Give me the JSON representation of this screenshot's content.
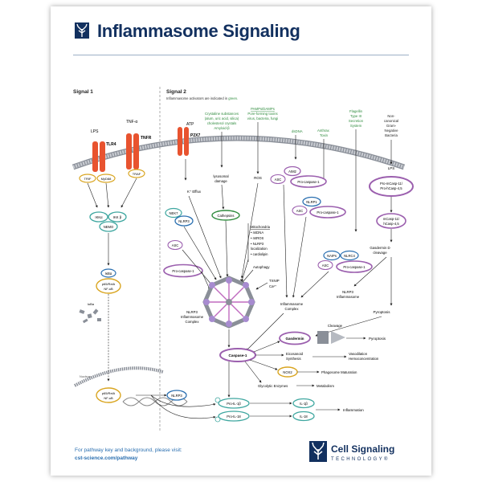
{
  "title": "Inflammasome Signaling",
  "signal1": "Signal 1",
  "signal2": "Signal 2",
  "signal2_note_prefix": "Inflammasome activators are indicated in ",
  "signal2_note_green": "green.",
  "footer": {
    "line1": "For pathway key and background, please visit:",
    "line2": "cst-science.com/pathway"
  },
  "brand": {
    "name": "Cell Signaling",
    "tagline": "TECHNOLOGY®"
  },
  "colors": {
    "navy": "#12305f",
    "receptor": "#e8532f",
    "green": "#2e8b3d",
    "purple": "#9b5fae",
    "teal": "#3fa7a0",
    "gold": "#d9a520",
    "slate": "#8a8f98"
  },
  "labels": {
    "lps1": "LPS",
    "tnfa": "TNF-α",
    "tlr4": "TLR4",
    "tnfr": "TNFR",
    "trif": "TRIF",
    "myd88": "MyD88",
    "traf": "TRAF",
    "ikka": "IKKα",
    "ikkb": "IKK β",
    "nemo": "NEMO",
    "ikba": "IκBα",
    "p65a": "p65/RelA",
    "nfkb_a": "NF-κB",
    "ikba2": "IκBα",
    "nucleus": "Nucleus",
    "p65b": "p65/RelA",
    "nfkb_b": "NF-κB",
    "atp": "ATP",
    "p2x7": "P2X7",
    "crystal1": "Crystaline substances",
    "crystal2": "(alum, uric acid, silica)",
    "crystal3": "cholesterol crystals",
    "crystal4": "Amyloid-β",
    "pamps": "PAMPs/DAMPs",
    "pore1": "Pore-forming toxins",
    "pore2": "virus, bacteria, fungi",
    "dsdna": "dsDNA",
    "anthrax1": "Anthrax",
    "anthrax2": "Toxin",
    "flag1": "Flagellin",
    "flag2": "Type III",
    "flag3": "Secretion",
    "flag4": "System",
    "noncan1": "Non-",
    "noncan2": "canonical",
    "noncan3": "Gram-",
    "noncan4": "Negative",
    "noncan5": "Bacteria",
    "lyso1": "lysosomal",
    "lyso2": "damage",
    "ros": "ROS",
    "aim2": "AIM2",
    "asc1": "ASC",
    "procasp1a": "Pro-caspase-1",
    "nlrp1": "NLRP1",
    "asc2": "ASC",
    "procasp1b": "Pro-caspase-1",
    "lps2": "LPS",
    "promcasp1": "Pro-mCasp-11/",
    "promcasp2": "Pro-hCasp-4,5",
    "k_efflux": "K⁺ Efflux",
    "nek7": "NEK7",
    "nlrp3a": "NLRP3",
    "cathepsins": "Cathepsins",
    "mito": "Mitochondria",
    "mito1": "• mtDNA",
    "mito2": "• mtROS",
    "mito3": "• NLRP3",
    "mito4": "  localization",
    "mito5": "• cardiolipin",
    "mcasp1": "mCasp-11/",
    "mcasp2": "hCasp-4,5",
    "gsdmd1": "Gasdermin D",
    "gsdmd2": "cleavage",
    "naips": "NAIPs",
    "nlrc4": "NLRC4",
    "asc3": "ASC",
    "procasp1c": "Pro-caspase-1",
    "asc4": "ASC",
    "procasp1d": "Pro-caspase-1",
    "autophagy": "Autophagy",
    "txnip": "TXNIP",
    "ca": "Ca²⁺",
    "nlrp3_cx1": "NLRP3",
    "nlrp3_cx2": "Inflammasome",
    "nlrp3_cx3": "Complex",
    "infl_cx1": "Inflammasome",
    "infl_cx2": "Complex",
    "nlrp3_inf1": "NLRP3",
    "nlrp3_inf2": "Inflammasome",
    "pyroptosis1": "Pyroptosis",
    "gasdermin": "Gasdermin",
    "cleavage": "Cleavage",
    "pyroptosis2": "Pyroptosis",
    "caspase1": "Caspase-1",
    "eico1": "Eicosanoid",
    "eico2": "Synthesis",
    "vaso1": "Vasodilation",
    "vaso2": "Hemoconcentration",
    "nox2": "NOX2",
    "phago": "Phagosome Maturation",
    "glyco": "Glycolytic Enzymes",
    "metab": "Metabolism",
    "nlrp3b": "NLRP3",
    "proil1b": "Pro-IL-1β",
    "proil18": "Pro-IL-18",
    "il1b": "IL-1β",
    "il18": "IL-18",
    "inflammation": "Inflammation"
  }
}
